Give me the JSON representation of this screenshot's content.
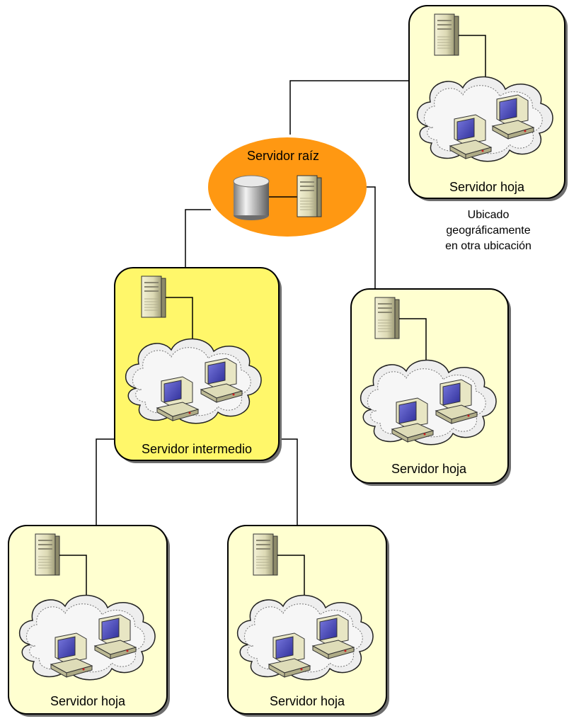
{
  "diagram": {
    "root": {
      "label": "Servidor raíz"
    },
    "remote_leaf": {
      "label": "Servidor hoja"
    },
    "remote_note": {
      "lines": [
        "Ubicado",
        "geográficamente",
        "en otra ubicación"
      ]
    },
    "intermediate": {
      "label": "Servidor intermedio"
    },
    "right_leaf": {
      "label": "Servidor hoja"
    },
    "bottom_left_leaf": {
      "label": "Servidor hoja"
    },
    "bottom_mid_leaf": {
      "label": "Servidor hoja"
    }
  },
  "colors": {
    "leaf_fill": "#ffffd0",
    "intermediate_fill": "#fff76a",
    "root_fill": "#ff9812",
    "cloud_fill": "#eeeeee",
    "line": "#000000"
  }
}
